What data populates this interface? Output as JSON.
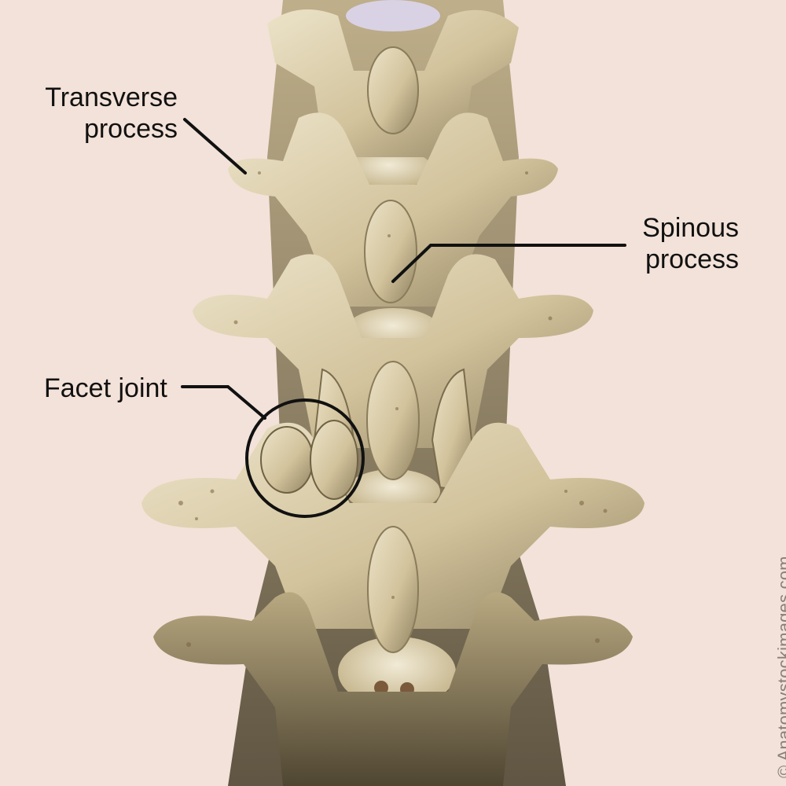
{
  "labels": {
    "transverse_process": [
      "Transverse",
      "process"
    ],
    "spinous_process": [
      "Spinous",
      "process"
    ],
    "facet_joint": "Facet joint"
  },
  "copyright": "© Anatomystockimages.com",
  "colors": {
    "background": "#f3e2d9",
    "bone_light": "#e6dcc0",
    "bone_mid": "#c8b78d",
    "bone_dark": "#6f6244",
    "leader_line": "#111111"
  }
}
